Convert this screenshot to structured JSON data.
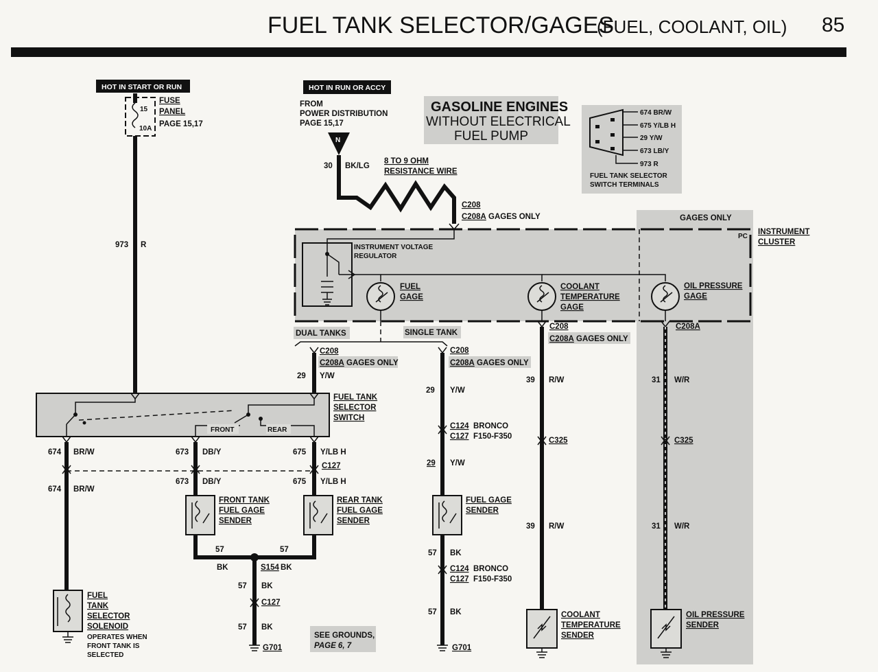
{
  "header": {
    "title": "FUEL TANK SELECTOR/GAGES",
    "subtitle": "(FUEL, COOLANT, OIL)",
    "page_number": "85"
  },
  "hot_labels": {
    "start_run": "HOT IN START OR RUN",
    "run_accy": "HOT IN RUN OR ACCY"
  },
  "fuse": {
    "amps": "15",
    "rating": "10A",
    "name": "FUSE",
    "name2": "PANEL",
    "page": "PAGE 15,17"
  },
  "power": {
    "from": "FROM",
    "source": "POWER DISTRIBUTION",
    "page": "PAGE 15,17",
    "letter": "N",
    "circuit": "30",
    "color": "BK/LG",
    "resistance_value": "8 TO 9 OHM",
    "resistance_label": "RESISTANCE WIRE"
  },
  "engine_note": {
    "line1": "GASOLINE ENGINES",
    "line2": "WITHOUT ELECTRICAL",
    "line3": "FUEL PUMP"
  },
  "terminals": {
    "t1": "674 BR/W",
    "t2": "675 Y/LB H",
    "t3": "29 Y/W",
    "t4": "673 LB/Y",
    "t5": "973 R",
    "caption1": "FUEL TANK SELECTOR",
    "caption2": "SWITCH TERMINALS"
  },
  "connectors": {
    "c208": "C208",
    "c208a": "C208A",
    "gages_only": "GAGES ONLY",
    "c124": "C124",
    "c127": "C127",
    "c325": "C325",
    "s154": "S154",
    "g701": "G701",
    "bronco": "BRONCO",
    "f150": "F150-F350"
  },
  "cluster": {
    "gages_only": "GAGES ONLY",
    "pc": "PC",
    "name1": "INSTRUMENT",
    "name2": "CLUSTER",
    "ivr1": "INSTRUMENT VOLTAGE",
    "ivr2": "REGULATOR",
    "fuel1": "FUEL",
    "fuel2": "GAGE",
    "cool1": "COOLANT",
    "cool2": "TEMPERATURE",
    "cool3": "GAGE",
    "oil1": "OIL PRESSURE",
    "oil2": "GAGE"
  },
  "tanks": {
    "dual": "DUAL TANKS",
    "single": "SINGLE TANK"
  },
  "wires": {
    "w973": "973",
    "r": "R",
    "w29": "29",
    "yw": "Y/W",
    "w674": "674",
    "brw": "BR/W",
    "w673": "673",
    "dby": "DB/Y",
    "w675": "675",
    "ylbh": "Y/LB H",
    "w57": "57",
    "bk": "BK",
    "w39": "39",
    "rw": "R/W",
    "w31": "31",
    "wr": "W/R"
  },
  "switch": {
    "name1": "FUEL TANK",
    "name2": "SELECTOR",
    "name3": "SWITCH",
    "front": "FRONT",
    "rear": "REAR"
  },
  "senders": {
    "front1": "FRONT TANK",
    "front2": "FUEL GAGE",
    "front3": "SENDER",
    "rear1": "REAR TANK",
    "rear2": "FUEL GAGE",
    "rear3": "SENDER",
    "fuel1": "FUEL GAGE",
    "fuel2": "SENDER",
    "cool1": "COOLANT",
    "cool2": "TEMPERATURE",
    "cool3": "SENDER",
    "oil1": "OIL PRESSURE",
    "oil2": "SENDER"
  },
  "solenoid": {
    "l1": "FUEL",
    "l2": "TANK",
    "l3": "SELECTOR",
    "l4": "SOLENOID",
    "n1": "OPERATES WHEN",
    "n2": "FRONT TANK IS",
    "n3": "SELECTED"
  },
  "grounds_note": {
    "l1": "SEE GROUNDS,",
    "l2": "PAGE 6, 7"
  }
}
